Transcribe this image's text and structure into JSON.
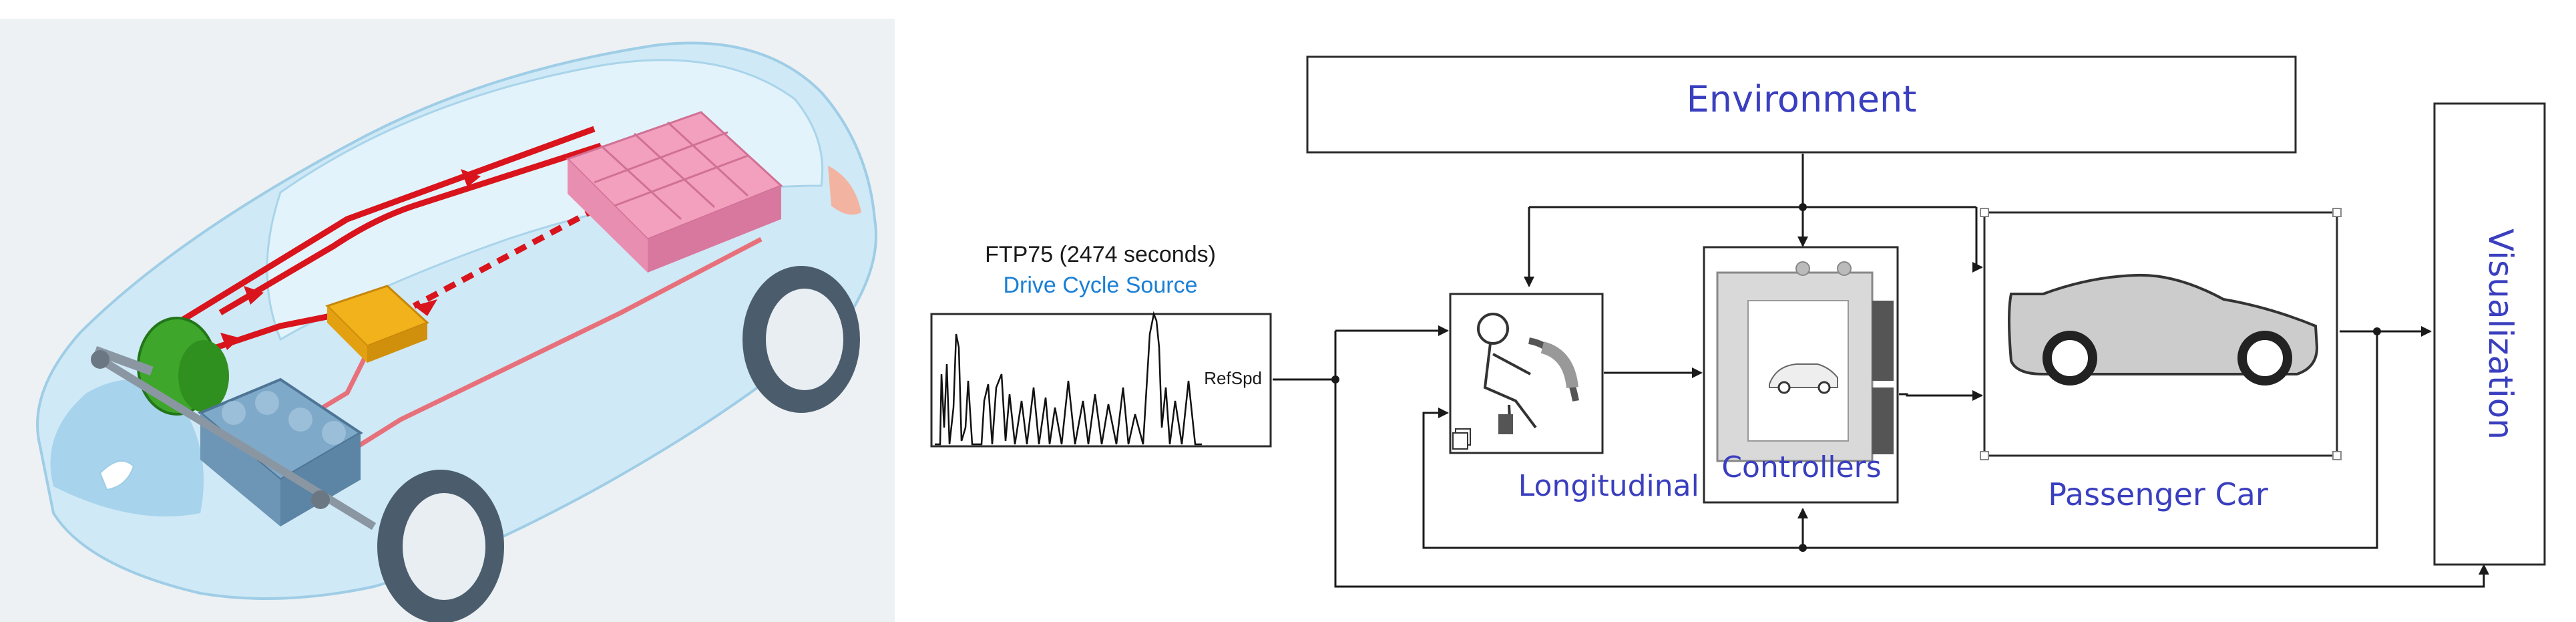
{
  "blocks": {
    "environment": "Environment",
    "visualization": "Visualization",
    "drive_cycle_title": "FTP75 (2474  seconds)",
    "drive_cycle_subtitle": "Drive Cycle Source",
    "drive_cycle_port": "RefSpd",
    "longitudinal_driver": "Longitudinal Driver",
    "controllers": "Controllers",
    "passenger_car": "Passenger Car"
  },
  "colors": {
    "block_label": "#3a3fbf",
    "drive_cycle_subtitle": "#1a7fd6",
    "power_line": "#d9141c",
    "battery": "#f2a0bd",
    "inverter": "#f2b21c",
    "motor": "#3ea62a",
    "car_body": "#bfe2f3"
  },
  "icons": {
    "car_illustration": "hybrid-car-cutaway-icon",
    "driver": "driver-at-wheel-icon",
    "controller": "ecu-module-icon",
    "passenger_car": "car-silhouette-icon"
  }
}
